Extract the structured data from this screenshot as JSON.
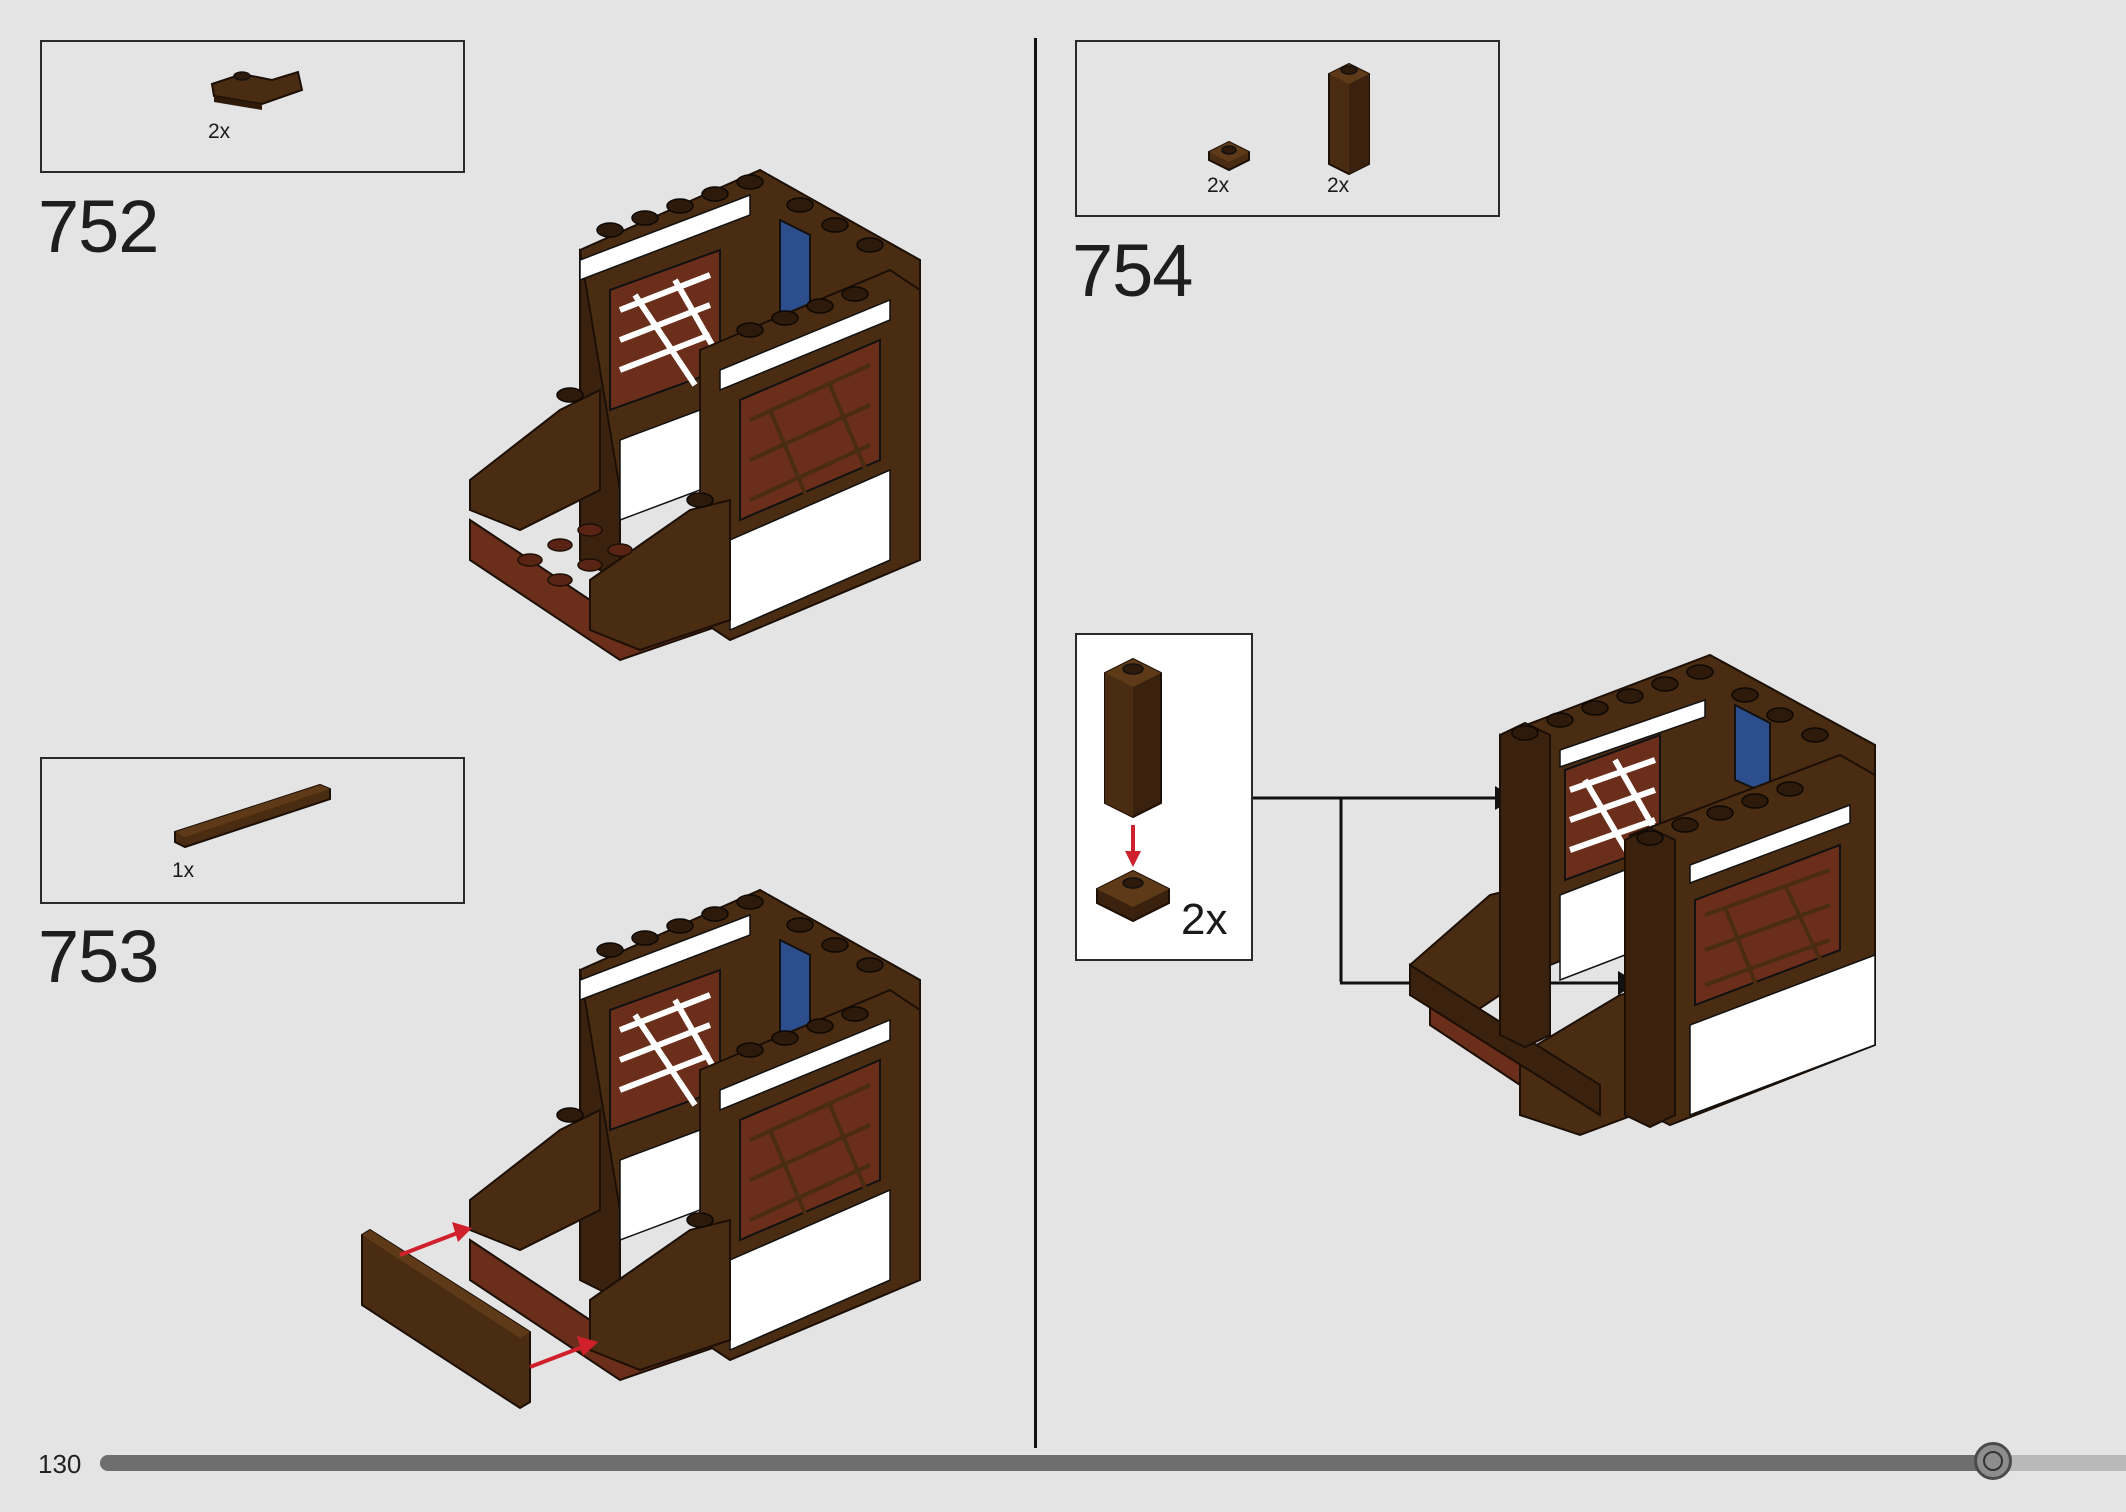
{
  "page": {
    "number": "130",
    "progress": 0.9343
  },
  "steps": [
    {
      "number": "752",
      "parts": [
        {
          "qty": "2x",
          "icon": "curved-slope-brick-icon"
        }
      ]
    },
    {
      "number": "753",
      "parts": [
        {
          "qty": "1x",
          "icon": "long-plate-icon"
        }
      ]
    },
    {
      "number": "754",
      "parts": [
        {
          "qty": "2x",
          "icon": "tile-1x1-icon"
        },
        {
          "qty": "2x",
          "icon": "tall-brick-1x1x3-icon"
        }
      ],
      "callout": {
        "qty": "2x",
        "icon": "brick-on-tile-subassembly-icon"
      }
    }
  ],
  "colors": {
    "background": "#e4e4e4",
    "dark_brown": "#4a2c12",
    "reddish_brown": "#6b2e1a",
    "white": "#ffffff",
    "blue": "#2d4e8c",
    "arrow_red": "#d0202c",
    "arrow_black": "#111111"
  }
}
